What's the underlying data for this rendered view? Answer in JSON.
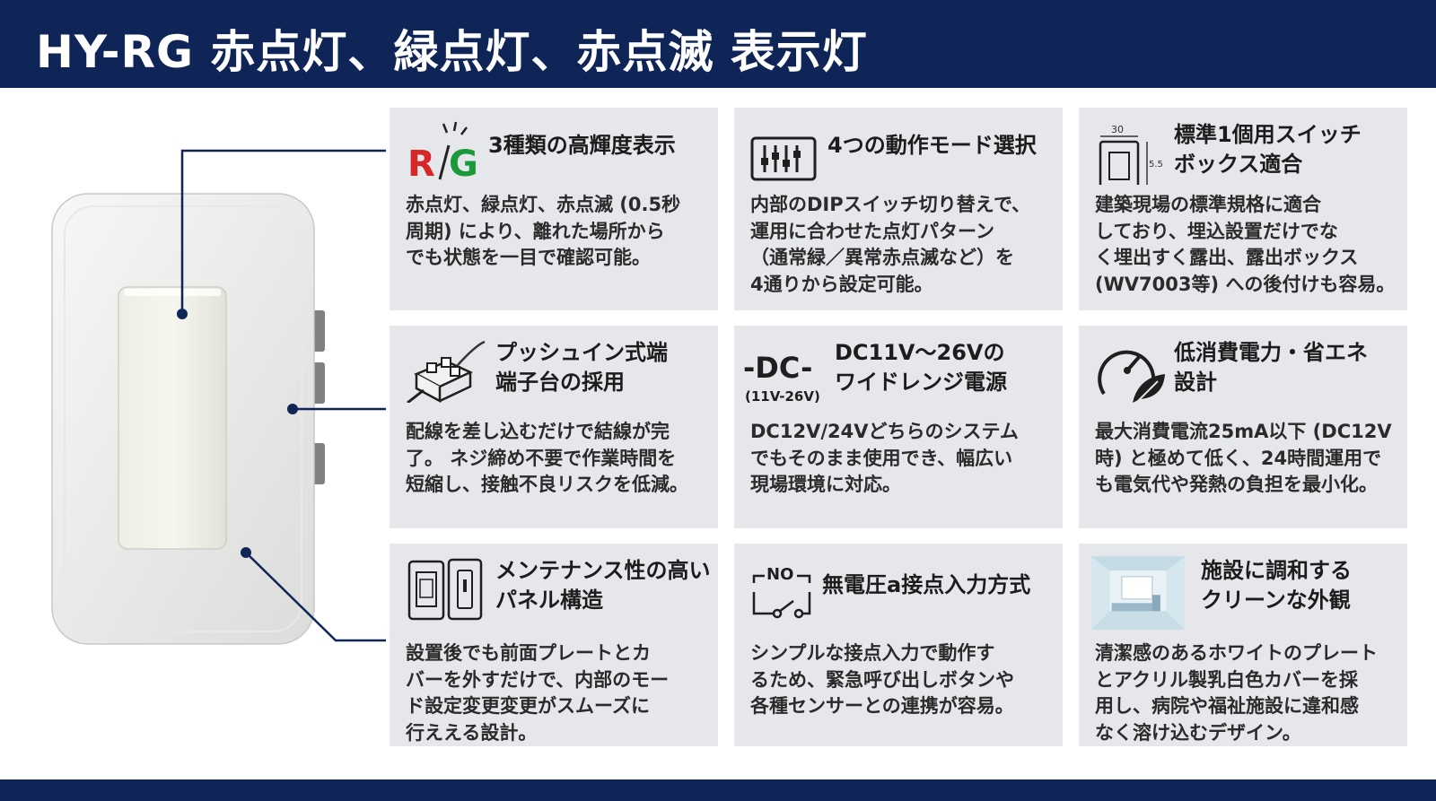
{
  "header": {
    "title": "HY-RG 赤点灯、緑点灯、赤点滅 表示灯"
  },
  "features": [
    {
      "icon": "rg-led-icon",
      "icon_text": [
        "R",
        "G"
      ],
      "title": "3種類の高輝度表示",
      "desc": "赤点灯、緑点灯、赤点滅 (0.5秒\n周期) により、離れた場所から\nでも状態を一目で確認可能。"
    },
    {
      "icon": "dip-switch-icon",
      "title": "4つの動作モード選択",
      "desc": "内部のDIPスイッチ切り替えで、\n運用に合わせた点灯パターン\n（通常緑／異常赤点滅など）を\n4通りから設定可能。"
    },
    {
      "icon": "switch-box-dimension-icon",
      "icon_text": [
        "30",
        "5.5"
      ],
      "title": "標準1個用スイッチ\nボックス適合",
      "desc": "建築現場の標準規格に適合\nしており、埋込設置だけでな\nく埋出すく露出、露出ボックス\n(WV7003等) への後付けも容易。"
    },
    {
      "icon": "push-in-terminal-icon",
      "title": "プッシュイン式端\n端子台の採用",
      "desc": "配線を差し込むだけで結線が完\n了。 ネジ締め不要で作業時間を\n短縮し、接触不良リスクを低減。"
    },
    {
      "icon": "dc-power-icon",
      "icon_text": [
        "-DC-",
        "(11V-26V)"
      ],
      "title": "DC11V～26Vの\nワイドレンジ電源",
      "desc": "DC12V/24Vどちらのシステム\nでもそのまま使用でき、幅広い\n現場環境に対応。"
    },
    {
      "icon": "eco-gauge-leaf-icon",
      "title": "低消費電力・省エネ\n設計",
      "desc": "最大消費電流25mA以下 (DC12V\n時) と極めて低く、24時間運用で\nも電気代や発熱の負担を最小化。"
    },
    {
      "icon": "panel-cover-icon",
      "title": "メンテナンス性の高い\nパネル構造",
      "desc": "設置後でも前面プレートとカ\nバーを外すだけで、内部のモー\nド設定変更変更がスムーズに\n行ええる設計。"
    },
    {
      "icon": "no-contact-icon",
      "icon_text": [
        "NO"
      ],
      "title": "無電圧a接点入力方式",
      "desc": "シンプルな接点入力で動作す\nるため、緊急呼び出しボタンや\n各種センサーとの連携が容易。"
    },
    {
      "icon": "clean-room-icon",
      "title": "施設に調和する\nクリーンな外観",
      "desc": "清潔感のあるホワイトのプレート\nとアクリル製乳白色カバーを採\n用し、病院や福祉施設に違和感\nなく溶け込むデザイン。"
    }
  ],
  "colors": {
    "navy": "#0f2557",
    "red": "#d62828",
    "green": "#1a9a3a",
    "card": "#e5e7ea"
  }
}
